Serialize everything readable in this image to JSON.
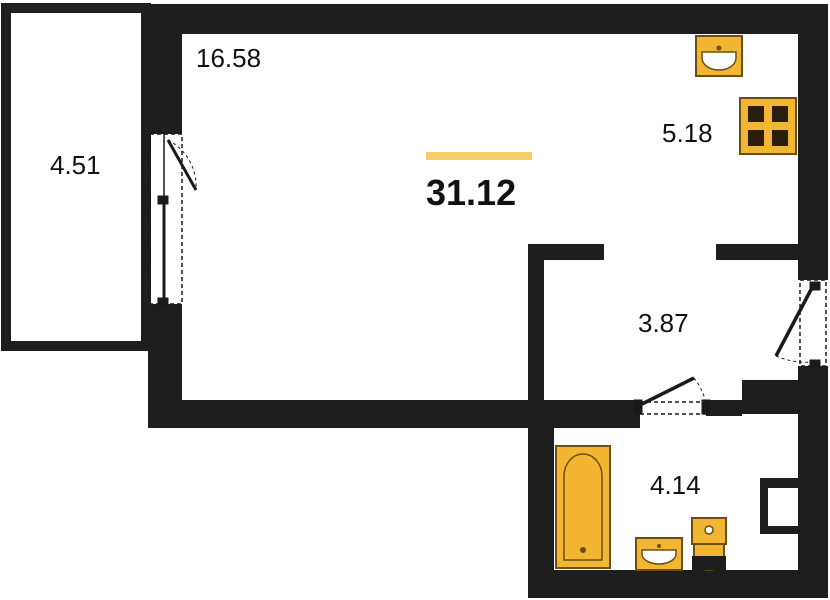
{
  "plan": {
    "total_area": "31.12",
    "rooms": {
      "living_room": "16.58",
      "balcony": "4.51",
      "kitchen": "5.18",
      "hallway": "3.87",
      "bathroom": "4.14"
    }
  },
  "colors": {
    "wall": "#1e1e1e",
    "fixture_fill": "#f2b632",
    "fixture_stroke": "#6b4e12",
    "accent_bar": "#f7ce6b",
    "door": "#1a1a1a",
    "text": "#111111"
  }
}
